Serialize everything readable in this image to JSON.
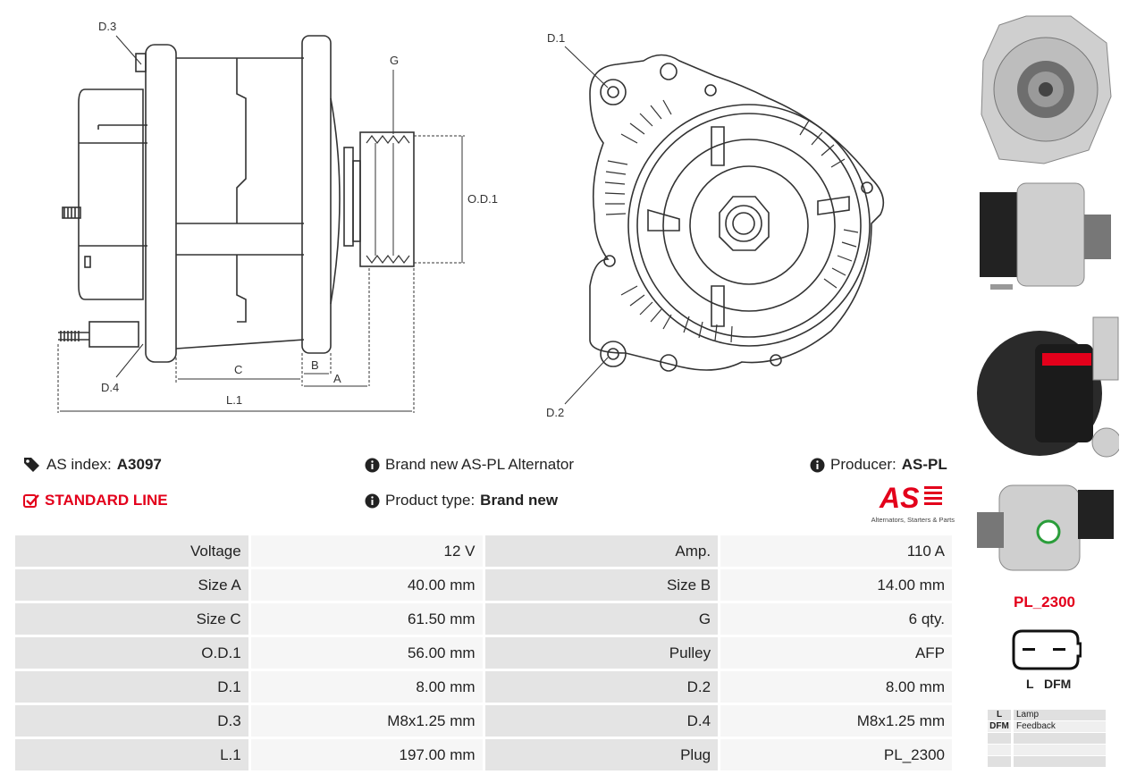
{
  "drawing_labels": {
    "d3": "D.3",
    "d4": "D.4",
    "d1": "D.1",
    "d2": "D.2",
    "g": "G",
    "od1": "O.D.1",
    "c": "C",
    "b": "B",
    "a": "A",
    "l1": "L.1"
  },
  "info": {
    "as_index_label": "AS index:",
    "as_index_value": "A3097",
    "line": "STANDARD LINE",
    "title": "Brand new AS-PL Alternator",
    "product_type_label": "Product type:",
    "product_type_value": "Brand new",
    "producer_label": "Producer:",
    "producer_value": "AS-PL",
    "logo_tagline": "Alternators, Starters & Parts",
    "logo_text": "AS"
  },
  "specs": [
    {
      "k1": "Voltage",
      "v1": "12 V",
      "k2": "Amp.",
      "v2": "110 A"
    },
    {
      "k1": "Size A",
      "v1": "40.00 mm",
      "k2": "Size B",
      "v2": "14.00 mm"
    },
    {
      "k1": "Size C",
      "v1": "61.50 mm",
      "k2": "G",
      "v2": "6 qty."
    },
    {
      "k1": "O.D.1",
      "v1": "56.00 mm",
      "k2": "Pulley",
      "v2": "AFP"
    },
    {
      "k1": "D.1",
      "v1": "8.00 mm",
      "k2": "D.2",
      "v2": "8.00 mm"
    },
    {
      "k1": "D.3",
      "v1": "M8x1.25 mm",
      "k2": "D.4",
      "v2": "M8x1.25 mm"
    },
    {
      "k1": "L.1",
      "v1": "197.00 mm",
      "k2": "Plug",
      "v2": "PL_2300"
    }
  ],
  "plug": {
    "code": "PL_2300",
    "pin_labels": "L   DFM",
    "legend": [
      {
        "code": "L",
        "desc": "Lamp"
      },
      {
        "code": "DFM",
        "desc": "Feedback"
      },
      {
        "code": "",
        "desc": ""
      },
      {
        "code": "",
        "desc": ""
      },
      {
        "code": "",
        "desc": ""
      }
    ]
  },
  "colors": {
    "accent_red": "#e3001b",
    "key_cell": "#e4e4e4",
    "value_cell": "#f6f6f6"
  },
  "icons": [
    "tags-icon",
    "checkbox-icon",
    "info-icon"
  ]
}
